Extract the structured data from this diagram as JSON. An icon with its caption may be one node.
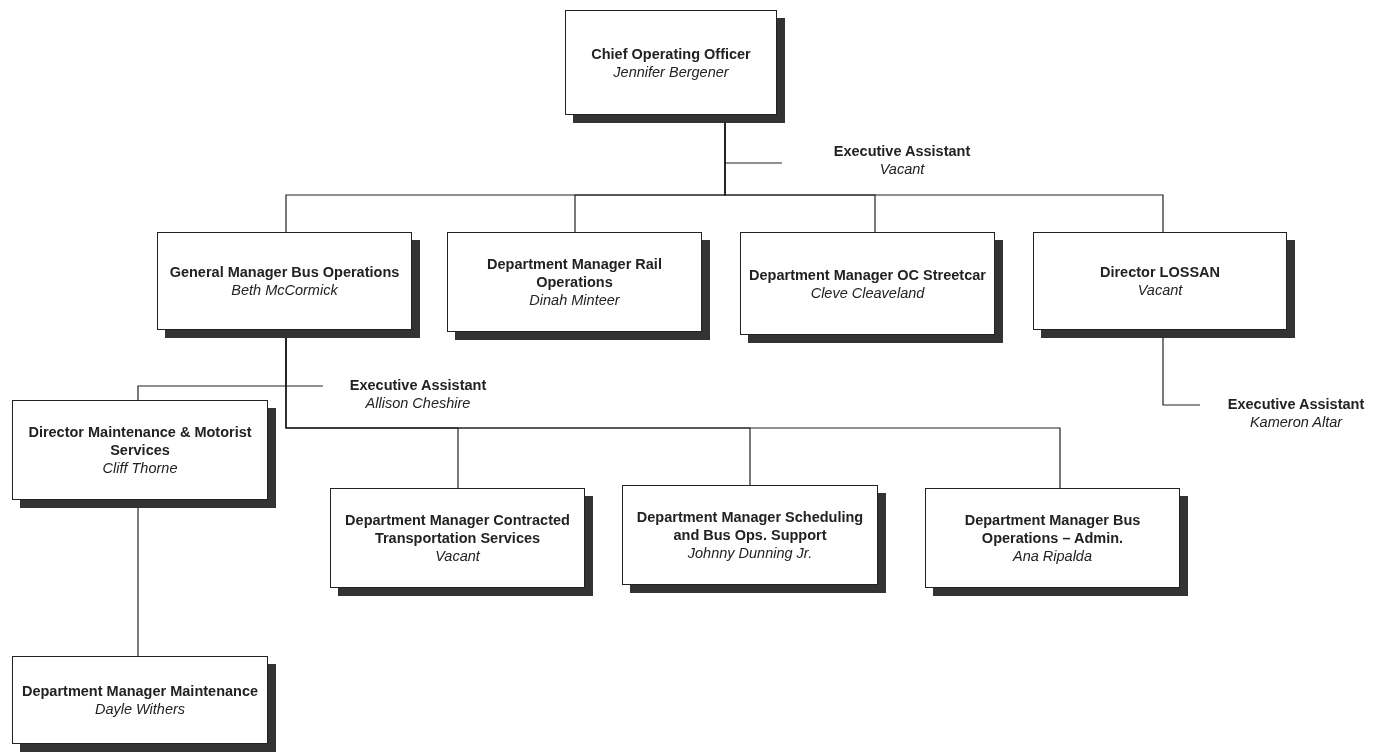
{
  "diagram": {
    "nodes": [
      {
        "text": [
          "Chief Operating Officer",
          "Jennifer Bergener"
        ]
      },
      {
        "text": [
          "Executive Assistant",
          "Vacant"
        ]
      },
      {
        "text": [
          "General Manager Bus Operations",
          "Beth McCormick"
        ]
      },
      {
        "text": [
          "Department Manager Rail Operations",
          "Dinah Minteer"
        ]
      },
      {
        "text": [
          "Department Manager OC Streetcar",
          "Cleve Cleaveland"
        ]
      },
      {
        "text": [
          "Director LOSSAN",
          "Vacant"
        ]
      },
      {
        "text": [
          "Executive Assistant",
          "Kameron Altar"
        ]
      },
      {
        "text": [
          "Executive Assistant",
          "Allison Cheshire"
        ]
      },
      {
        "text": [
          "Director Maintenance & Motorist Services",
          "Cliff Thorne"
        ]
      },
      {
        "text": [
          "Department Manager Contracted Transportation Services",
          "Vacant"
        ]
      },
      {
        "text": [
          "Department Manager Scheduling and Bus Ops. Support",
          "Johnny Dunning Jr."
        ]
      },
      {
        "text": [
          "Department Manager Bus Operations – Admin.",
          "Ana Ripalda"
        ]
      },
      {
        "text": [
          "Department Manager Maintenance",
          "Dayle Withers"
        ]
      }
    ],
    "edges": [
      {
        "from": 0,
        "to": 1,
        "arrow": "none"
      },
      {
        "from": 0,
        "to": 2,
        "arrow": "none"
      },
      {
        "from": 0,
        "to": 3,
        "arrow": "none"
      },
      {
        "from": 0,
        "to": 4,
        "arrow": "none"
      },
      {
        "from": 0,
        "to": 5,
        "arrow": "none"
      },
      {
        "from": 5,
        "to": 6,
        "arrow": "none"
      },
      {
        "from": 2,
        "to": 7,
        "arrow": "none"
      },
      {
        "from": 2,
        "to": 8,
        "arrow": "none"
      },
      {
        "from": 2,
        "to": 9,
        "arrow": "none"
      },
      {
        "from": 2,
        "to": 10,
        "arrow": "none"
      },
      {
        "from": 2,
        "to": 11,
        "arrow": "none"
      },
      {
        "from": 8,
        "to": 12,
        "arrow": "none"
      }
    ]
  }
}
